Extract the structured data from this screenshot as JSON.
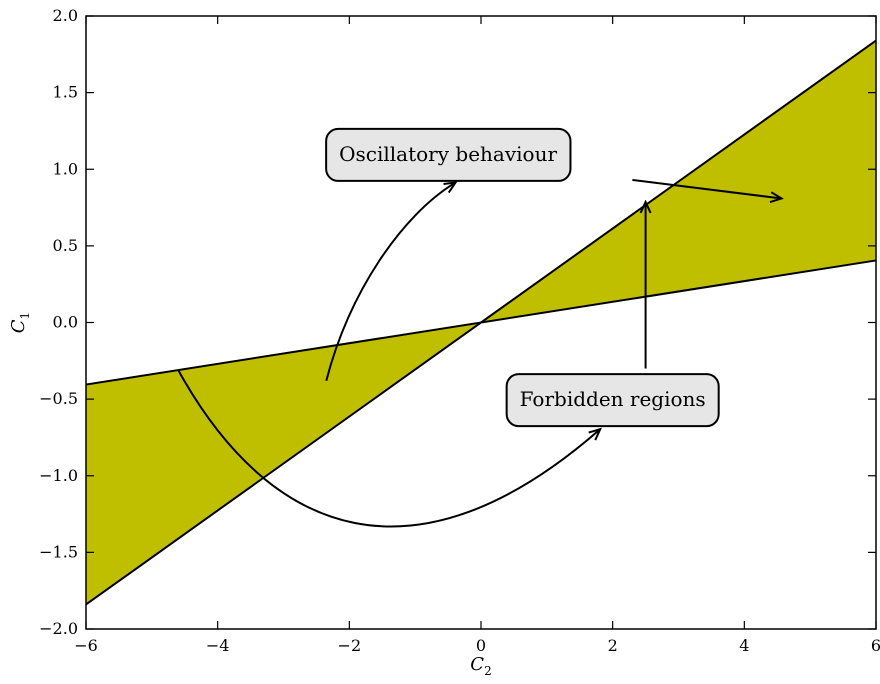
{
  "chart_data": {
    "type": "area",
    "title": "",
    "xlabel": "C",
    "xlabel_sub": "2",
    "ylabel": "C",
    "ylabel_sub": "1",
    "xlim": [
      -6,
      6
    ],
    "ylim": [
      -2.0,
      2.0
    ],
    "grid": false,
    "fill_color": "#bfbf00",
    "x_ticks": [
      {
        "value": -6,
        "label": "−6"
      },
      {
        "value": -4,
        "label": "−4"
      },
      {
        "value": -2,
        "label": "−2"
      },
      {
        "value": 0,
        "label": "0"
      },
      {
        "value": 2,
        "label": "2"
      },
      {
        "value": 4,
        "label": "4"
      },
      {
        "value": 6,
        "label": "6"
      }
    ],
    "y_ticks": [
      {
        "value": -2.0,
        "label": "−2.0"
      },
      {
        "value": -1.5,
        "label": "−1.5"
      },
      {
        "value": -1.0,
        "label": "−1.0"
      },
      {
        "value": -0.5,
        "label": "−0.5"
      },
      {
        "value": 0.0,
        "label": "0.0"
      },
      {
        "value": 0.5,
        "label": "0.5"
      },
      {
        "value": 1.0,
        "label": "1.0"
      },
      {
        "value": 1.5,
        "label": "1.5"
      },
      {
        "value": 2.0,
        "label": "2.0"
      }
    ],
    "series": [
      {
        "x": [
          -6,
          6
        ],
        "y": [
          -0.405,
          0.405
        ]
      },
      {
        "x": [
          -6,
          6
        ],
        "y": [
          -1.84,
          1.84
        ]
      }
    ],
    "annotations": [
      {
        "text": "Oscillatory behaviour",
        "anchor": [
          -0.5,
          1.1
        ],
        "arrows": [
          {
            "path": [
              [
                -2.35,
                -0.38
              ],
              [
                -2.0,
                0.2
              ],
              [
                -1.2,
                0.7
              ],
              [
                -0.4,
                0.91
              ]
            ]
          },
          {
            "path": [
              [
                2.3,
                0.93
              ],
              [
                4.55,
                0.81
              ]
            ]
          }
        ]
      },
      {
        "text": "Forbidden regions",
        "anchor": [
          2.0,
          -0.5
        ],
        "arrows": [
          {
            "path": [
              [
                2.5,
                -0.3
              ],
              [
                2.5,
                0.78
              ]
            ]
          },
          {
            "path": [
              [
                -4.6,
                -0.31
              ],
              [
                -3.2,
                -1.4
              ],
              [
                -1.0,
                -1.75
              ],
              [
                1.8,
                -0.7
              ]
            ]
          }
        ]
      }
    ]
  }
}
